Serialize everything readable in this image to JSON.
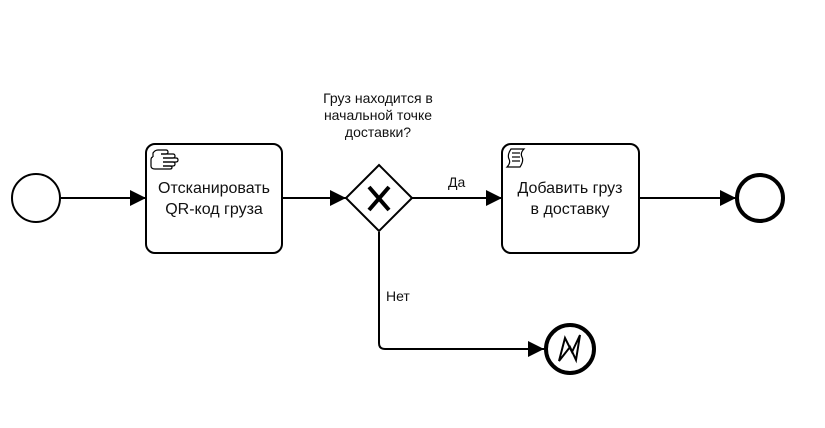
{
  "diagram": {
    "start_event": {
      "type": "start"
    },
    "task_scan": {
      "type": "manual-task",
      "icon": "hand-icon",
      "label_lines": [
        "Отсканировать",
        "QR-код груза"
      ]
    },
    "gateway": {
      "type": "exclusive-gateway",
      "question_lines": [
        "Груз находится в",
        "начальной точке",
        "доставки?"
      ]
    },
    "task_add": {
      "type": "script-task",
      "icon": "script-icon",
      "label_lines": [
        "Добавить груз",
        "в доставку"
      ]
    },
    "end_event": {
      "type": "end"
    },
    "error_end_event": {
      "type": "error-end",
      "icon": "lightning-icon"
    },
    "flows": {
      "yes_label": "Да",
      "no_label": "Нет"
    }
  }
}
